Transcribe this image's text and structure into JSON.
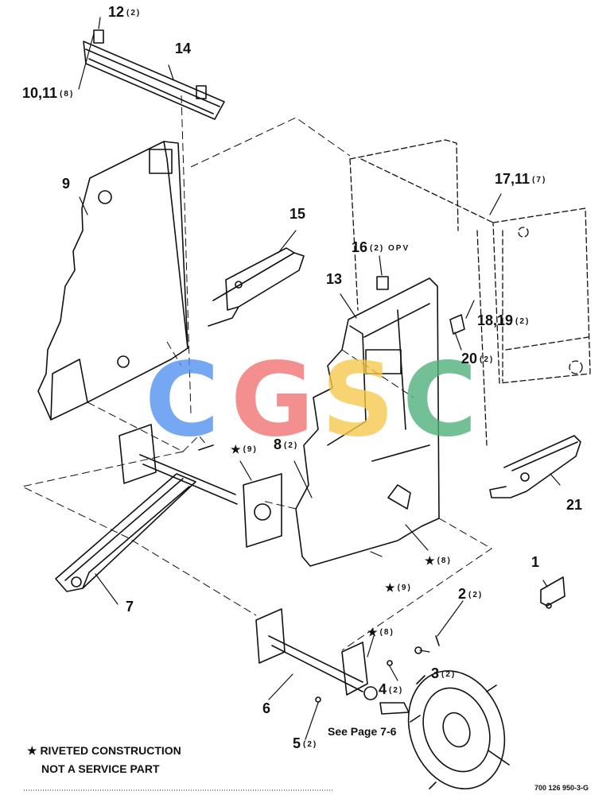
{
  "callouts": [
    {
      "id": "c1",
      "label": "1",
      "qty": ""
    },
    {
      "id": "c2",
      "label": "2",
      "qty": "(2)"
    },
    {
      "id": "c3",
      "label": "3",
      "qty": "(2)"
    },
    {
      "id": "c4",
      "label": "4",
      "qty": "(2)"
    },
    {
      "id": "c5",
      "label": "5",
      "qty": "(2)"
    },
    {
      "id": "c6",
      "label": "6",
      "qty": ""
    },
    {
      "id": "c7",
      "label": "7",
      "qty": ""
    },
    {
      "id": "c8",
      "label": "8",
      "qty": "(2)"
    },
    {
      "id": "c9",
      "label": "9",
      "qty": ""
    },
    {
      "id": "c1011",
      "label": "10,11",
      "qty": "(8)"
    },
    {
      "id": "c12",
      "label": "12",
      "qty": "(2)"
    },
    {
      "id": "c13",
      "label": "13",
      "qty": ""
    },
    {
      "id": "c14",
      "label": "14",
      "qty": ""
    },
    {
      "id": "c15",
      "label": "15",
      "qty": ""
    },
    {
      "id": "c16",
      "label": "16",
      "qty": "(2) OPV"
    },
    {
      "id": "c1711",
      "label": "17,11",
      "qty": "(7)"
    },
    {
      "id": "c1819",
      "label": "18,19",
      "qty": "(2)"
    },
    {
      "id": "c20",
      "label": "20",
      "qty": "(2)"
    },
    {
      "id": "c21",
      "label": "21",
      "qty": ""
    },
    {
      "id": "star9a",
      "label": "★",
      "qty": "(9)"
    },
    {
      "id": "star9b",
      "label": "★",
      "qty": "(9)"
    },
    {
      "id": "star8a",
      "label": "★",
      "qty": "(8)"
    },
    {
      "id": "star8b",
      "label": "★",
      "qty": "(8)"
    }
  ],
  "notes": {
    "see_page": "See Page 7-6",
    "riveted_line1": "★ RIVETED CONSTRUCTION",
    "riveted_line2": "NOT A SERVICE PART",
    "drawing_number": "700 126 950-3-G"
  },
  "watermark": {
    "letters": [
      "C",
      "G",
      "S",
      "C"
    ],
    "colors": [
      "#4f8ff0",
      "#f07070",
      "#f5c94a",
      "#4caf7a"
    ]
  }
}
